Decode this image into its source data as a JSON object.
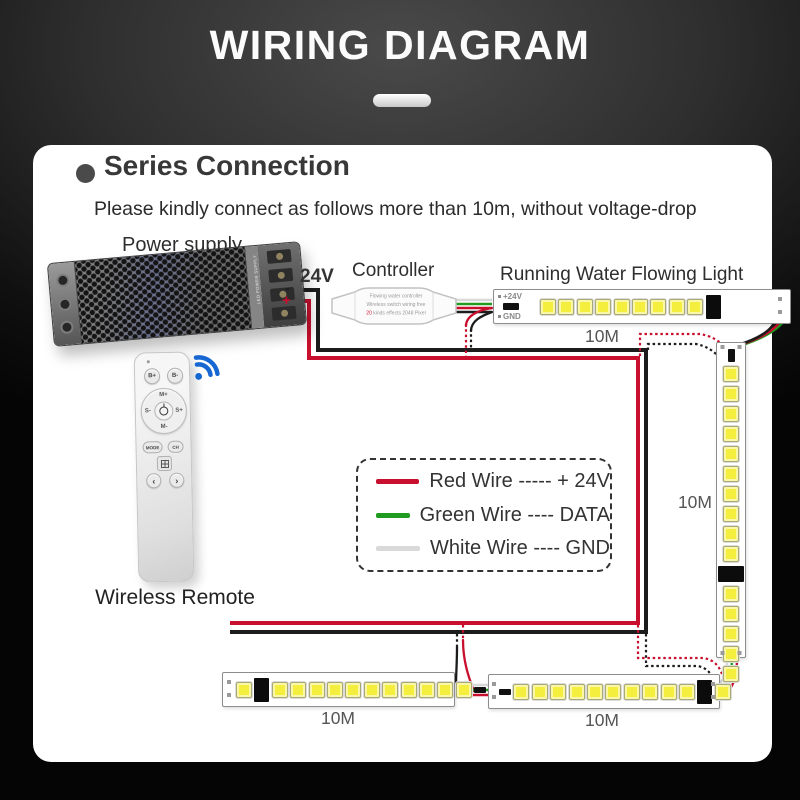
{
  "header": {
    "title": "WIRING DIAGRAM"
  },
  "section": {
    "heading": "Series Connection",
    "subtitle": "Please kindly connect as follows more than 10m, without voltage-drop"
  },
  "power_supply": {
    "label": "Power supply",
    "voltage_label": "24V",
    "plus": "+",
    "minus": "-",
    "side_text": "LED POWER SUPPLY"
  },
  "controller": {
    "label": "Controller",
    "line1": "Flowing water controller",
    "line2": "Wireless switch wiring free",
    "line3_prefix": "20",
    "line3": " kinds effects 2048 Pixel"
  },
  "strip_top": {
    "label": "Running Water Flowing Light",
    "terminal_plus": "+24V",
    "terminal_gnd": "GND",
    "length": "10M"
  },
  "strip_right": {
    "length": "10M"
  },
  "strip_bottom_left": {
    "length": "10M"
  },
  "strip_bottom_right": {
    "length": "10M"
  },
  "strips": {
    "top": {
      "cells": [
        "led",
        "led",
        "led",
        "led",
        "led",
        "led",
        "led",
        "led",
        "led",
        "ic"
      ]
    },
    "right": {
      "cells": [
        "padv",
        "led",
        "led",
        "led",
        "led",
        "led",
        "led",
        "led",
        "led",
        "led",
        "led",
        "icw",
        "led",
        "led",
        "led",
        "led",
        "led"
      ]
    },
    "bottom_left": {
      "cells": [
        "led",
        "ic",
        "led",
        "led",
        "led",
        "led",
        "led",
        "led",
        "led",
        "led",
        "led",
        "led",
        "led",
        "padh"
      ]
    },
    "bottom_right": {
      "cells": [
        "padh",
        "led",
        "led",
        "led",
        "led",
        "led",
        "led",
        "led",
        "led",
        "led",
        "led",
        "ic",
        "led"
      ]
    }
  },
  "legend": {
    "rows": [
      {
        "color": "#c8102e",
        "text": "Red Wire ----- + 24V"
      },
      {
        "color": "#1f9c1f",
        "text": "Green Wire ---- DATA"
      },
      {
        "color": "#d9d9d9",
        "text": "White Wire ---- GND"
      }
    ]
  },
  "remote": {
    "label": "Wireless Remote",
    "buttons": {
      "b_plus": "B+",
      "b_minus": "B-",
      "m_plus": "M+",
      "m_minus": "M-",
      "s_minus": "S-",
      "s_plus": "S+",
      "mode": "MODE",
      "ch": "CH",
      "prev": "‹",
      "next": "›"
    }
  },
  "colors": {
    "wire_red": "#c8102e",
    "wire_green": "#1f9c1f",
    "wire_white": "#d8d8d8",
    "wire_black": "#1c1c1c",
    "led_yellow": "#f4ef3f",
    "wifi_blue": "#1767d2"
  }
}
